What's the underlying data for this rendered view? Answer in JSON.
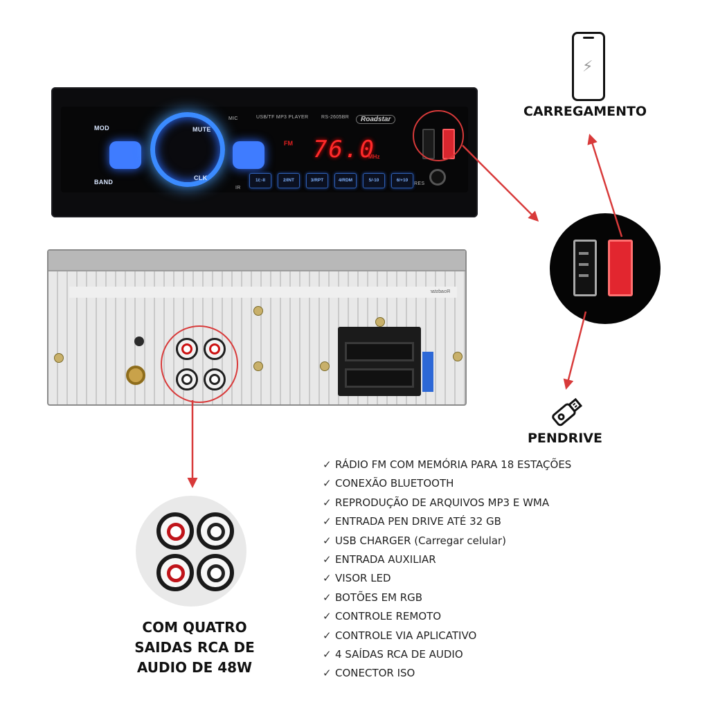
{
  "front_panel": {
    "label_mic": "MIC",
    "label_model_info": "USB/TF MP3 PLAYER",
    "label_model": "RS-2605BR",
    "brand": "Roadstar",
    "label_mode": "MOD",
    "label_mute": "MUTE",
    "label_band": "BAND",
    "label_clk": "CLK",
    "label_ir": "IR",
    "label_res": "RES",
    "display_band": "FM",
    "display_frequency": "76.0",
    "display_unit": "MHz",
    "presets": [
      "1/▷II",
      "2/INT",
      "3/RPT",
      "4/RDM",
      "5/-10",
      "6/+10"
    ]
  },
  "captions": {
    "charging": "CARREGAMENTO",
    "pendrive": "PENDRIVE",
    "rca_line1": "COM QUATRO",
    "rca_line2": "SAIDAS RCA DE",
    "rca_line3": "AUDIO DE 48W"
  },
  "features": [
    "RÁDIO FM COM MEMÓRIA PARA 18 ESTAÇÕES",
    "CONEXÃO BLUETOOTH",
    "REPRODUÇÃO DE ARQUIVOS MP3 E WMA",
    "ENTRADA PEN DRIVE ATÉ 32 GB",
    "USB CHARGER (Carregar celular)",
    "ENTRADA AUXILIAR",
    "VISOR LED",
    "BOTÕES EM RGB",
    "CONTROLE REMOTO",
    "CONTROLE VIA APLICATIVO",
    "4 SAÍDAS  RCA DE AUDIO",
    "CONECTOR ISO"
  ],
  "check_symbol": "✓",
  "icons": {
    "phone": "smartphone-charging-icon",
    "usb_stick": "usb-flash-drive-icon"
  },
  "colors": {
    "accent_red": "#d83a3a",
    "button_blue": "#3f7cff",
    "display_red": "#ff2a2a"
  }
}
